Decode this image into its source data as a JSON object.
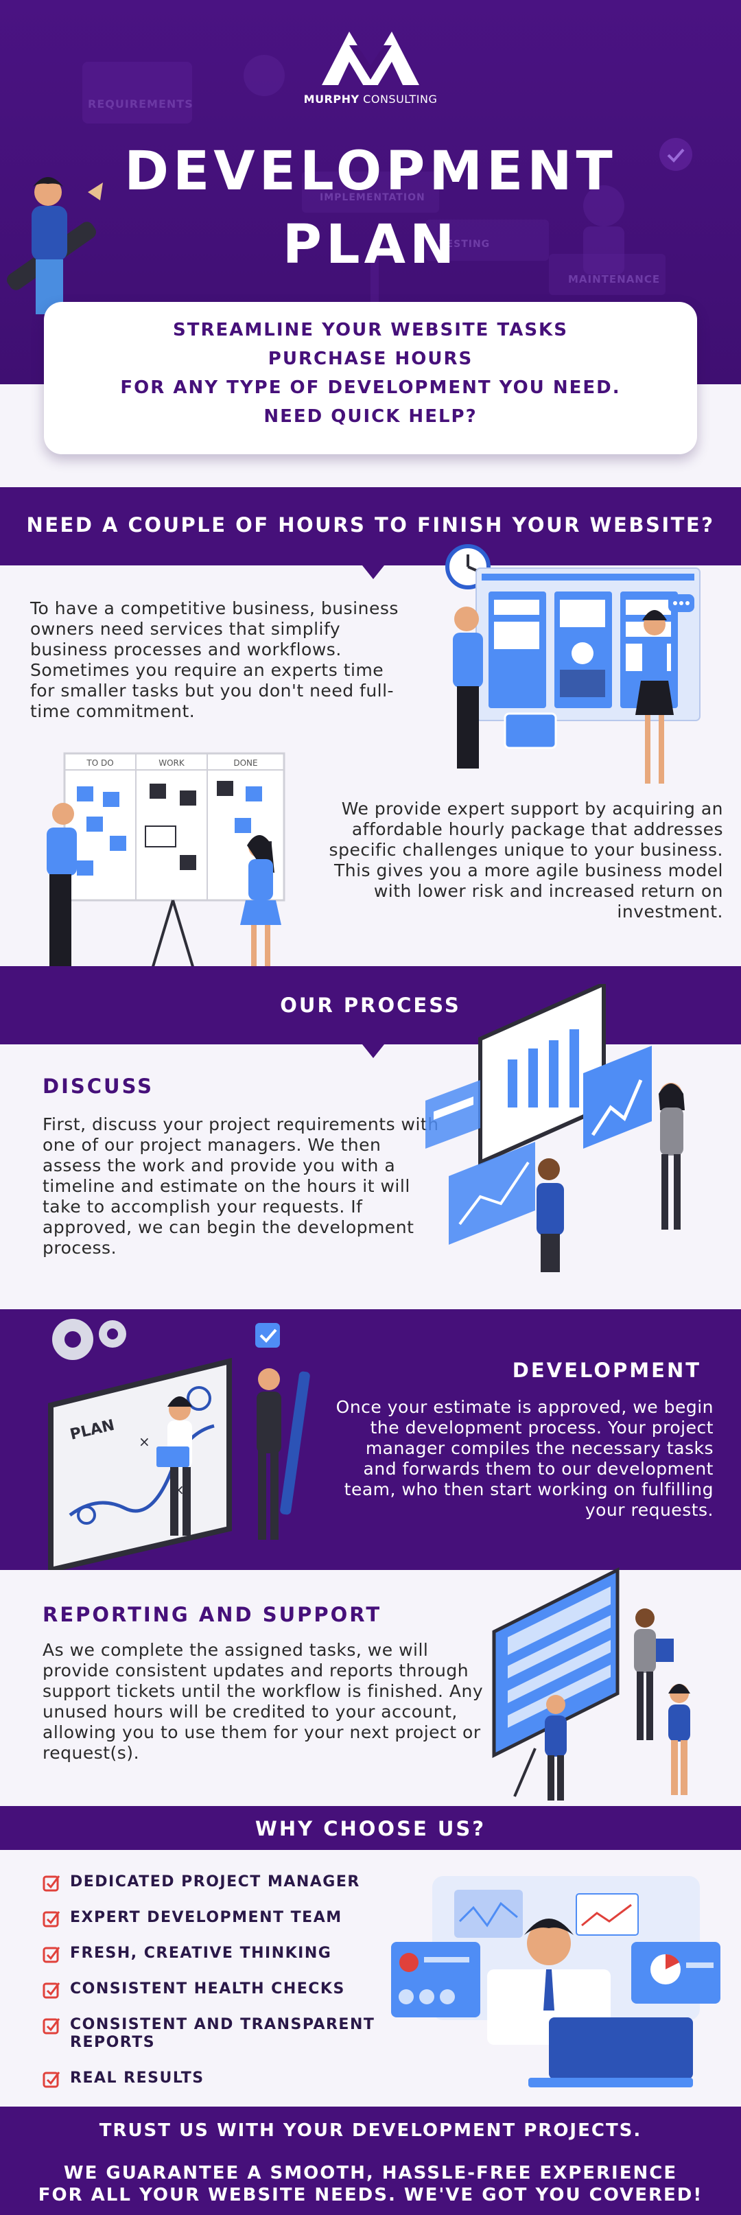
{
  "brand": {
    "name_bold": "MURPHY",
    "name_regular": "CONSULTING"
  },
  "hero": {
    "title_line1": "DEVELOPMENT",
    "title_line2": "PLAN",
    "bg_labels": [
      "REQUIREMENTS",
      "IMPLEMENTATION",
      "TESTING",
      "MAINTENANCE"
    ]
  },
  "intro_card": {
    "lines": [
      "STREAMLINE YOUR WEBSITE TASKS",
      "PURCHASE HOURS",
      "FOR ANY TYPE OF DEVELOPMENT YOU NEED.",
      "NEED QUICK HELP?"
    ]
  },
  "need_hours": {
    "heading": "NEED A COUPLE OF HOURS TO FINISH YOUR WEBSITE?",
    "paragraph1": "To have a competitive business, business owners need services that simplify business processes and workflows. Sometimes you require an experts time for smaller tasks but you don't need full-time commitment.",
    "paragraph2": "We provide expert support by acquiring an affordable hourly package that addresses specific challenges unique to your business. This gives you a more agile business model with lower risk and increased return on investment.",
    "board_columns": [
      "TO DO",
      "WORK",
      "DONE"
    ]
  },
  "process": {
    "heading": "OUR PROCESS",
    "steps": [
      {
        "title": "DISCUSS",
        "text": "First, discuss your project requirements with one of our project managers. We then assess the work and provide you with a timeline and estimate on the hours it will take to accomplish your requests. If approved, we can begin the development process."
      },
      {
        "title": "DEVELOPMENT",
        "text": "Once your estimate is approved, we begin the development process. Your project manager compiles the necessary tasks and forwards them to our development team, who then start working on fulfilling your requests."
      },
      {
        "title": "REPORTING AND SUPPORT",
        "text": "As we complete the assigned tasks, we will provide consistent updates and reports through support tickets until the workflow is finished. Any unused hours will be credited to your account, allowing you to use them for your next project or request(s)."
      }
    ],
    "plan_board_label": "PLAN"
  },
  "why": {
    "heading": "WHY CHOOSE US?",
    "items": [
      "DEDICATED PROJECT MANAGER",
      "EXPERT DEVELOPMENT TEAM",
      "FRESH, CREATIVE THINKING",
      "CONSISTENT HEALTH CHECKS",
      "CONSISTENT AND TRANSPARENT REPORTS",
      "REAL RESULTS"
    ]
  },
  "footer": {
    "line1": "TRUST US WITH YOUR DEVELOPMENT PROJECTS.",
    "line2": "WE GUARANTEE A SMOOTH, HASSLE-FREE EXPERIENCE",
    "line3": "FOR ALL YOUR WEBSITE NEEDS. WE'VE GOT YOU COVERED!"
  },
  "colors": {
    "purple": "#46107a",
    "purple_dark": "#3a0d68",
    "accent_blue": "#4f8df5",
    "check_red": "#e0413b",
    "light_bg": "#f6f4fa"
  }
}
